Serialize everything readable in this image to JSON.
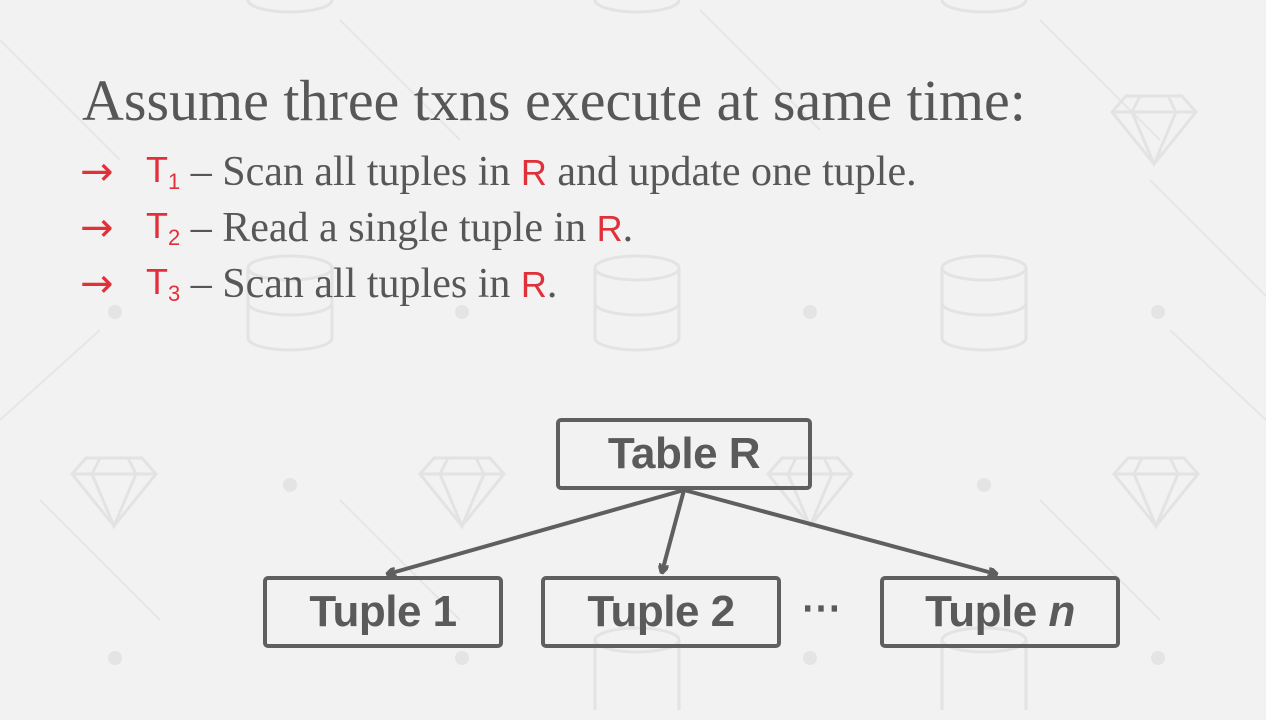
{
  "slide": {
    "title": "Assume three txns execute at same time:",
    "bullets": [
      {
        "arrow": "→",
        "txn": "T",
        "sub": "1",
        "text_before": " – Scan all tuples in ",
        "relation": "R",
        "text_after": " and update one tuple."
      },
      {
        "arrow": "→",
        "txn": "T",
        "sub": "2",
        "text_before": " – Read a single tuple in ",
        "relation": "R",
        "text_after": "."
      },
      {
        "arrow": "→",
        "txn": "T",
        "sub": "3",
        "text_before": " – Scan all tuples in ",
        "relation": "R",
        "text_after": "."
      }
    ]
  },
  "diagram": {
    "root": "Table R",
    "children": [
      "Tuple 1",
      "Tuple 2"
    ],
    "ellipsis": "⋯",
    "last_child_prefix": "Tuple ",
    "last_child_var": "n"
  },
  "colors": {
    "accent": "#e0303a",
    "text": "#575757",
    "diagram": "#5f5f5f",
    "background": "#f2f2f2"
  },
  "icons": {
    "background": [
      "database-icon",
      "diamond-icon"
    ]
  }
}
